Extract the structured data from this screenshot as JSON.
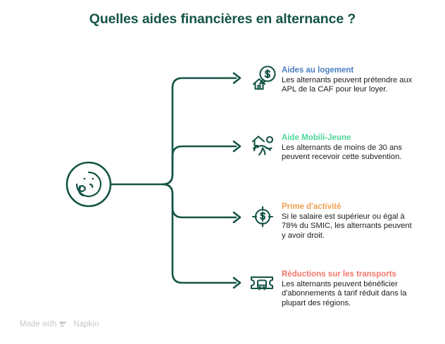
{
  "page": {
    "title": "Quelles aides financières en alternance ?",
    "title_color": "#145446",
    "background": "#ffffff"
  },
  "center_node": {
    "icon": "thinking-face-icon",
    "color": "#145446"
  },
  "connector": {
    "color": "#145446",
    "arrow": "arrow-head-icon"
  },
  "branches": [
    {
      "icon": "house-dollar-icon",
      "icon_color": "#145446",
      "heading": "Aides au logement",
      "heading_color": "#4a7fc1",
      "body": "Les alternants peuvent prétendre aux APL de la CAF pour leur loyer."
    },
    {
      "icon": "running-person-house-icon",
      "icon_color": "#145446",
      "heading": "Aide Mobili-Jeune",
      "heading_color": "#4dd699",
      "body": "Les alternants de moins de 30 ans peuvent recevoir cette subvention."
    },
    {
      "icon": "coin-target-icon",
      "icon_color": "#145446",
      "heading": "Prime d'activité",
      "heading_color": "#f0a050",
      "body": "Si le salaire est supérieur ou égal à 78% du SMIC, les alternants peuvent y avoir droit."
    },
    {
      "icon": "bus-ticket-icon",
      "icon_color": "#145446",
      "heading": "Réductions sur les transports",
      "heading_color": "#f2766a",
      "body": "Les alternants peuvent bénéficier d'abonnements à tarif réduit dans la plupart des régions."
    }
  ],
  "watermark": {
    "text": "Made with",
    "brand": "Napkin",
    "icon": "napkin-logo-icon",
    "color": "#c9c9c9"
  }
}
